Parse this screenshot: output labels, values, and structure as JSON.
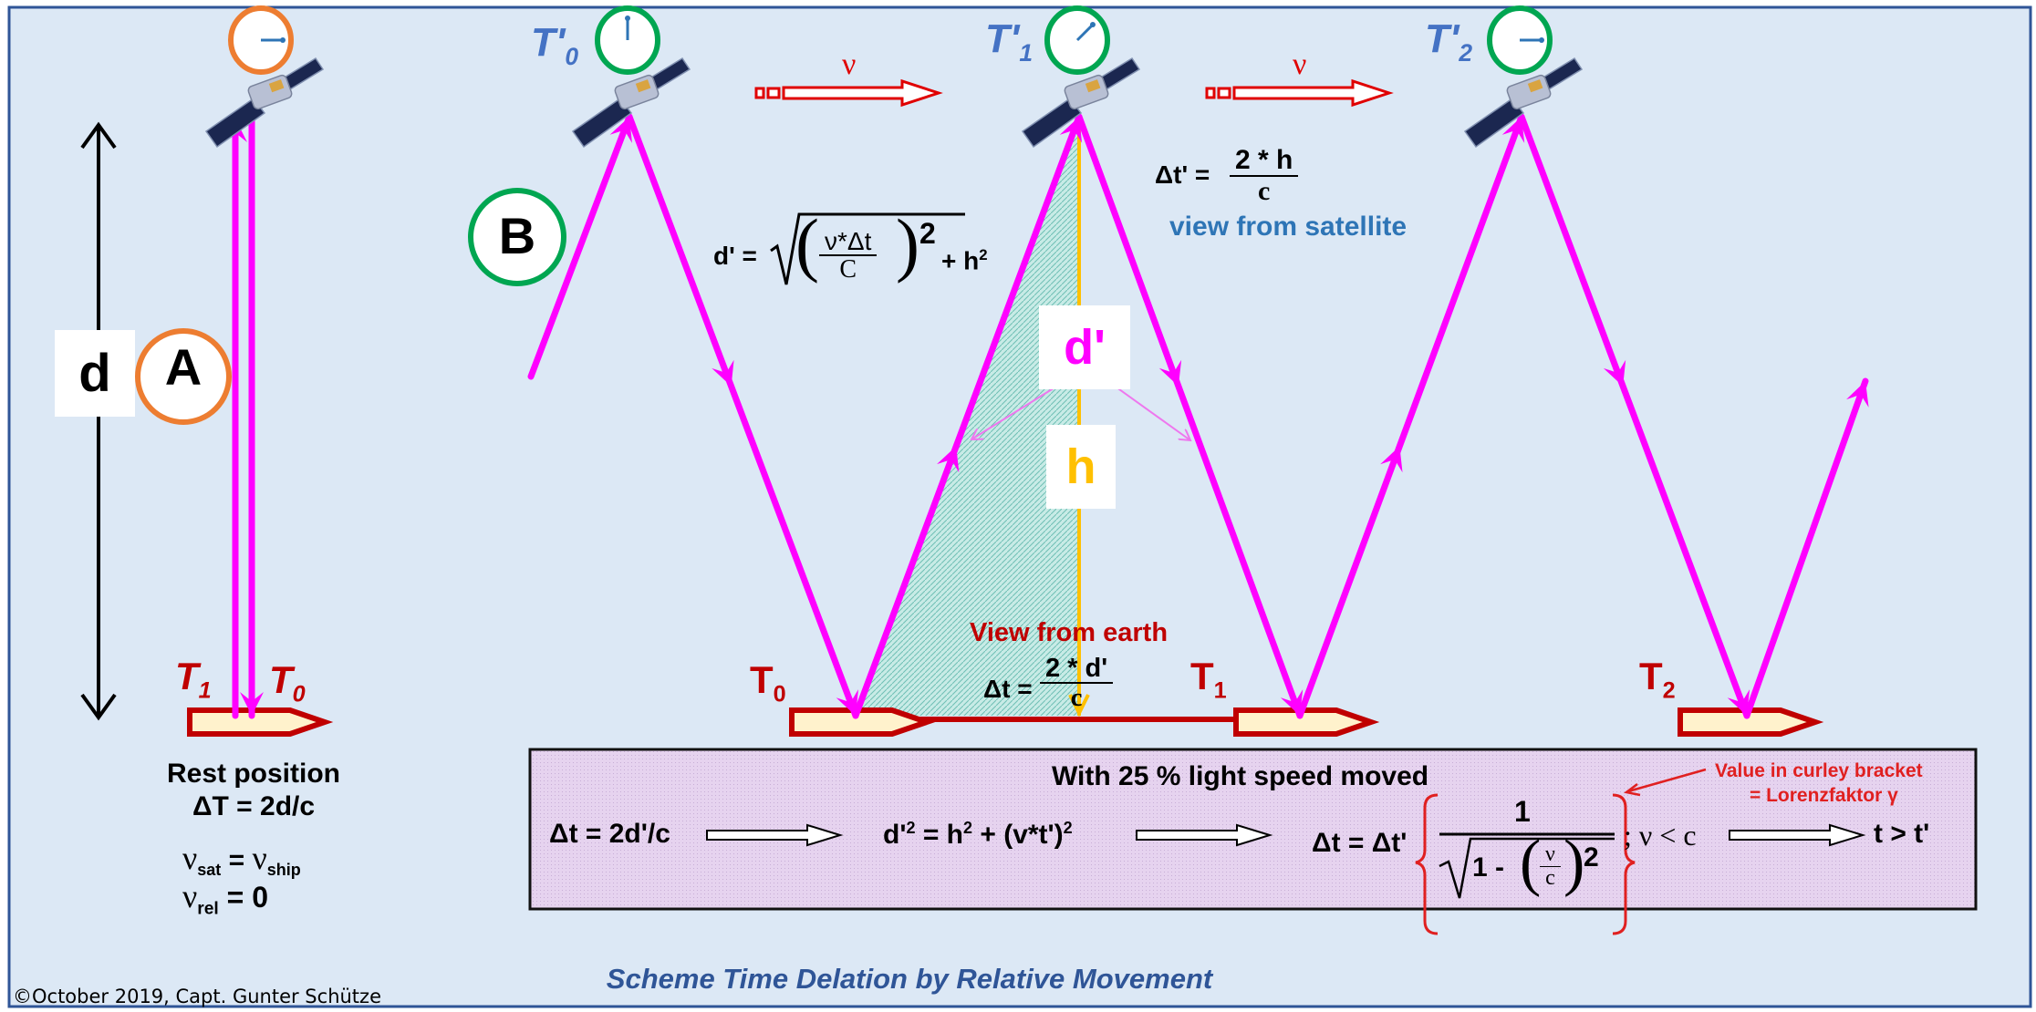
{
  "title": "Scheme Time Delation by Relative Movement",
  "copyright": "©October 2019, Capt. Gunter Schütze",
  "colors": {
    "background": "#dce8f5",
    "frame": "#2f5597",
    "light_path": "#ff00ff",
    "satellite_clock_rest": "#ed7d31",
    "satellite_clock_moving": "#00a651",
    "earth_label": "#c00000",
    "satellite_label": "#4472c4",
    "height_line": "#ffc000",
    "velocity_arrow": "#e00000",
    "summary_box": "#e8d5f0"
  },
  "scene_a": {
    "marker": "A",
    "distance_label": "d",
    "clock_label": "",
    "ship_labels": {
      "t1": "T",
      "t1_sub": "1",
      "t0": "T",
      "t0_sub": "0"
    },
    "rest_title": "Rest position",
    "rest_formula": "ΔT = 2d/c",
    "v_sat_eq": {
      "v": "ν",
      "sat": "sat",
      "eq": " = ",
      "ship": "ship"
    },
    "v_rel_eq": {
      "v": "ν",
      "rel": "rel",
      "eq": " = 0"
    }
  },
  "scene_b": {
    "marker": "B",
    "satellite_times": [
      {
        "label": "T'",
        "sub": "0"
      },
      {
        "label": "T'",
        "sub": "1"
      },
      {
        "label": "T'",
        "sub": "2"
      }
    ],
    "earth_times": [
      {
        "label": "T",
        "sub": "0"
      },
      {
        "label": "T",
        "sub": "1"
      },
      {
        "label": "T",
        "sub": "2"
      }
    ],
    "velocity_symbol": "ν",
    "d_prime_formula": {
      "lhs": "d' =",
      "num": "ν*Δt",
      "den": "C",
      "exp": "2",
      "tail": "+ h",
      "tail_exp": "2"
    },
    "dt_prime_formula": {
      "lhs": "Δt' =",
      "num": "2 * h",
      "den": "c"
    },
    "view_from_satellite": "view from satellite",
    "view_from_earth": "View from earth",
    "dt_earth_formula": {
      "lhs": "Δt =",
      "num": "2 * d'",
      "den": "c"
    },
    "label_d_prime": "d'",
    "label_h": "h"
  },
  "summary": {
    "heading": "With 25 % light speed moved",
    "step1": "Δt = 2d'/c",
    "step2": {
      "a": "d'",
      "a_exp": "2",
      "eq": " = h",
      "h_exp": "2",
      "tail": " + (v*t')",
      "tail_exp": "2"
    },
    "step3": {
      "lhs": "Δt = Δt'",
      "num": "1",
      "den_pre": "1 -",
      "den_num": "ν",
      "den_den": "c",
      "den_exp": "2"
    },
    "condition": "; ν < c",
    "result": "t > t'",
    "note_line1": "Value in curley bracket",
    "note_line2": "= Lorenzfaktor  γ"
  }
}
